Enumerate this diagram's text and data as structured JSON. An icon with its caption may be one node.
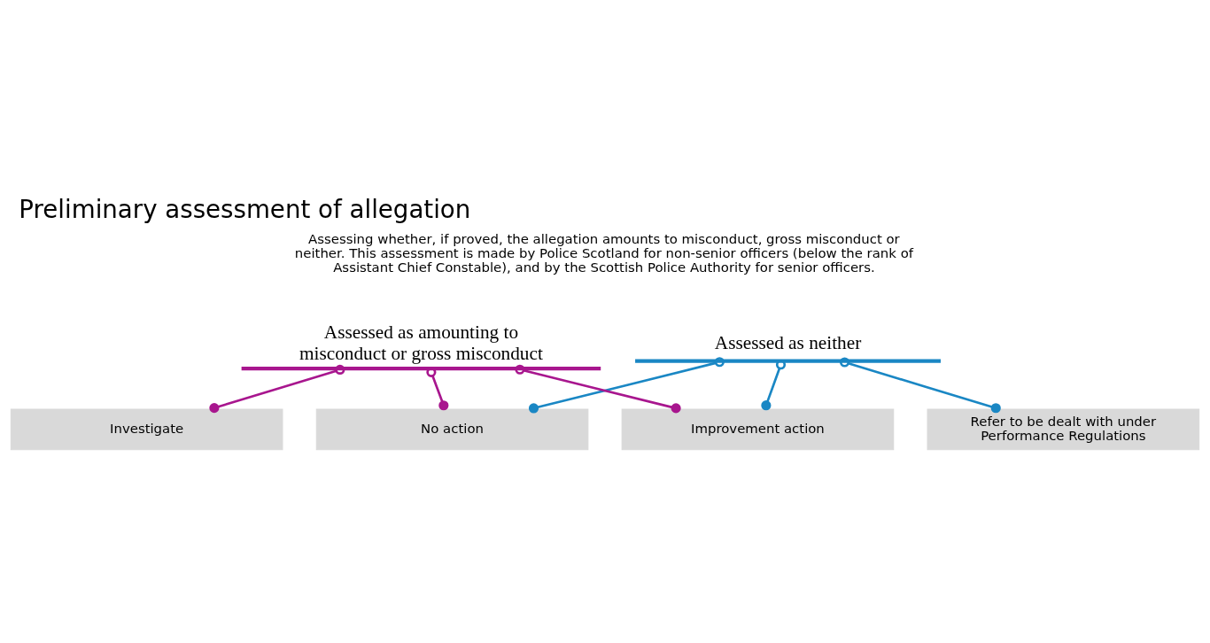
{
  "diagram": {
    "title": "Preliminary assessment of allegation",
    "nodes": [
      {
        "text": [
          "Assessed as neither"
        ]
      },
      {
        "text": [
          "Assessed as amounting to misconduct or gross misconduct"
        ]
      },
      {
        "text": [
          "No action"
        ]
      },
      {
        "text": [
          "Improvement action"
        ]
      },
      {
        "text": [
          "Refer to be dealt with under Performance Regulations"
        ]
      },
      {
        "text": [
          "Investigate"
        ]
      }
    ],
    "edges": [
      {
        "from": 0,
        "to": 4,
        "arrow": "other",
        "color": "#1a87c4"
      },
      {
        "from": 0,
        "to": 3,
        "arrow": "other",
        "color": "#1a87c4"
      },
      {
        "from": 0,
        "to": 2,
        "arrow": "other",
        "color": "#1a87c4"
      },
      {
        "from": 1,
        "to": 2,
        "arrow": "other",
        "color": "#a8168e"
      },
      {
        "from": 1,
        "to": 3,
        "arrow": "other",
        "color": "#a8168e"
      },
      {
        "from": 1,
        "to": 5,
        "arrow": "other",
        "color": "#a8168e"
      }
    ],
    "labels": [
      "Assessing whether, if proved, the allegation amounts to misconduct, gross misconduct or neither. This assessment is made by Police Scotland for non-senior officers (below the rank of Assistant Chief Constable), and by the Scottish Police Authority for senior officers."
    ]
  }
}
